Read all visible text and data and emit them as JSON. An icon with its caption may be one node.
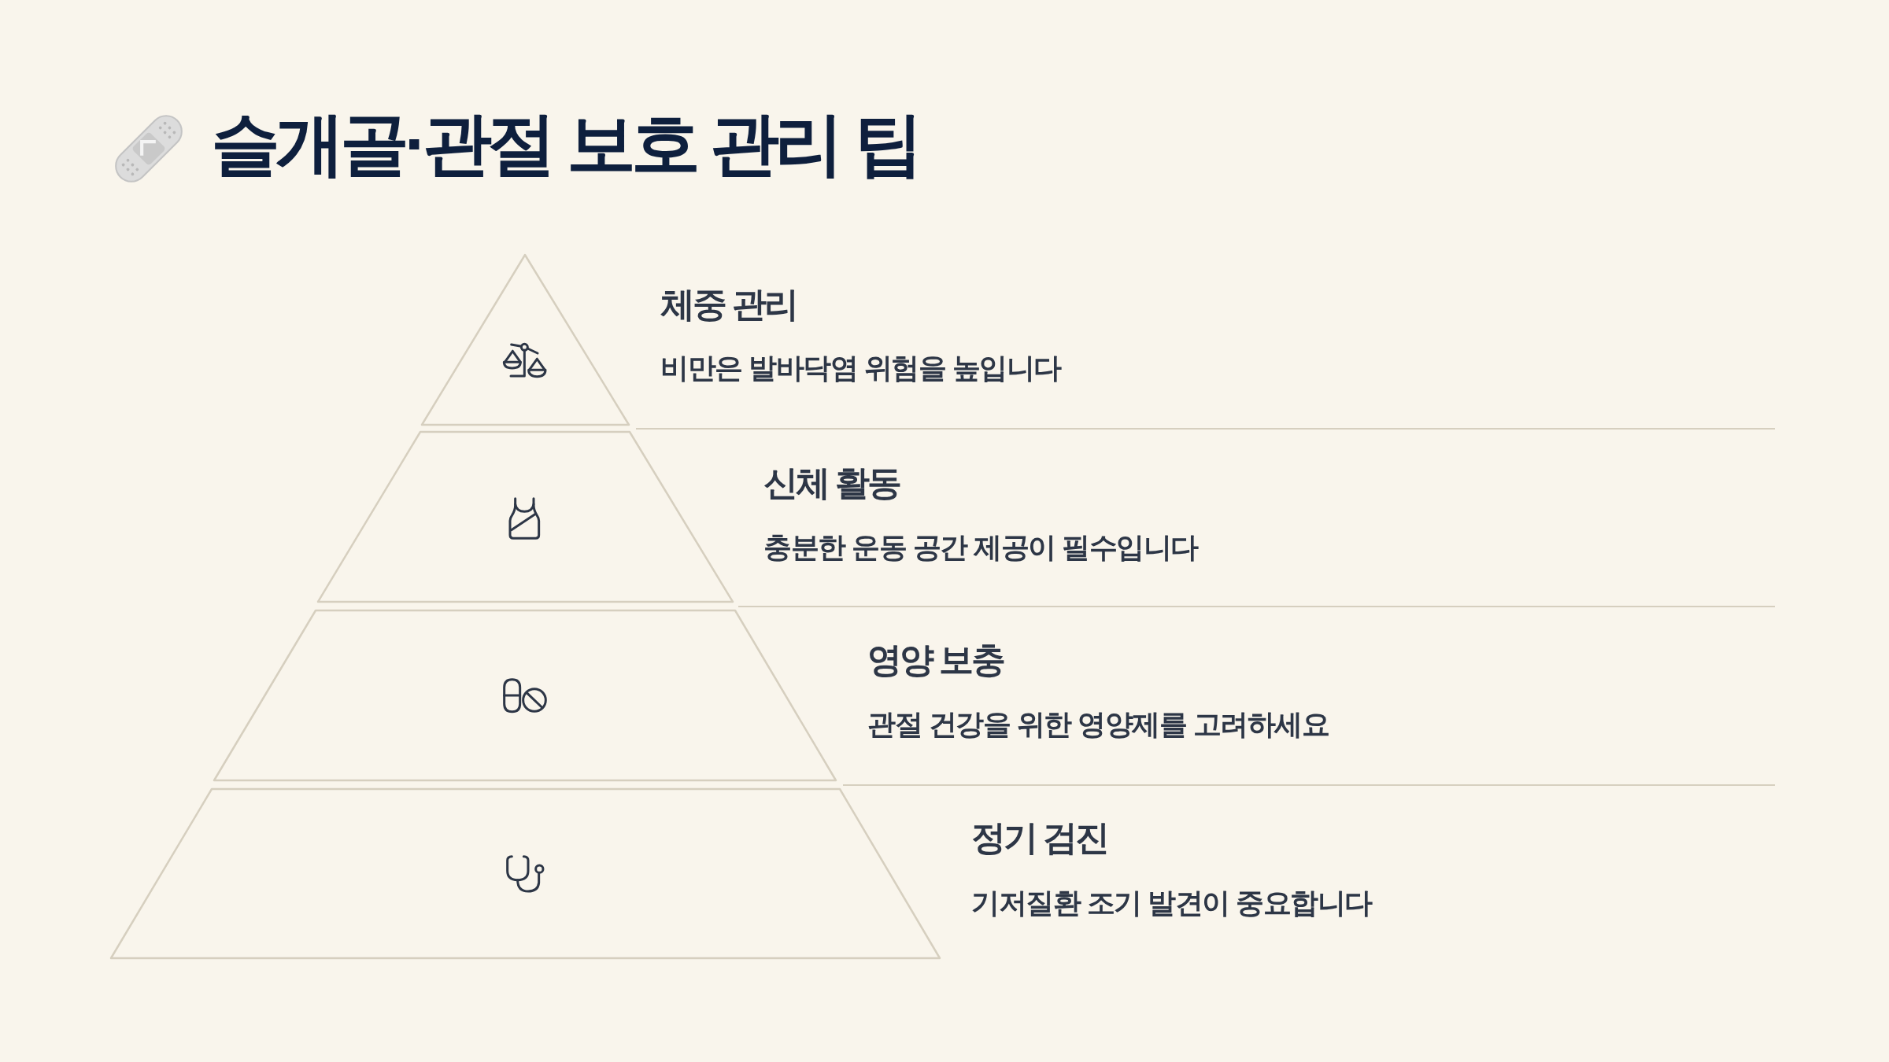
{
  "diagram": {
    "title": "슬개골·관절 보호 관리 팁",
    "nodes": [
      {
        "text": [
          "체중 관리",
          "비만은 발바닥염 위험을 높입니다"
        ]
      },
      {
        "text": [
          "신체 활동",
          "충분한 운동 공간 제공이 필수입니다"
        ]
      },
      {
        "text": [
          "영양 보충",
          "관절 건강을 위한 영양제를 고려하세요"
        ]
      },
      {
        "text": [
          "정기 검진",
          "기저질환 조기 발견이 중요합니다"
        ]
      }
    ]
  }
}
